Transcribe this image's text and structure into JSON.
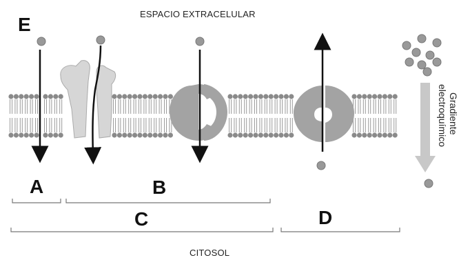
{
  "labels": {
    "top": "ESPACIO EXTRACELULAR",
    "bottom": "CITOSOL",
    "gradient_line1": "Gradiente",
    "gradient_line2": "electroquímico",
    "E": "E",
    "A": "A",
    "B": "B",
    "C": "C",
    "D": "D"
  },
  "colors": {
    "head": "#8a8a8a",
    "tail": "#9a9a9a",
    "protein": "#a3a3a3",
    "channel": "#d6d6d6",
    "arrow": "#111111",
    "bracket": "#777777",
    "gradient_arrow": "#c8c8c8"
  }
}
